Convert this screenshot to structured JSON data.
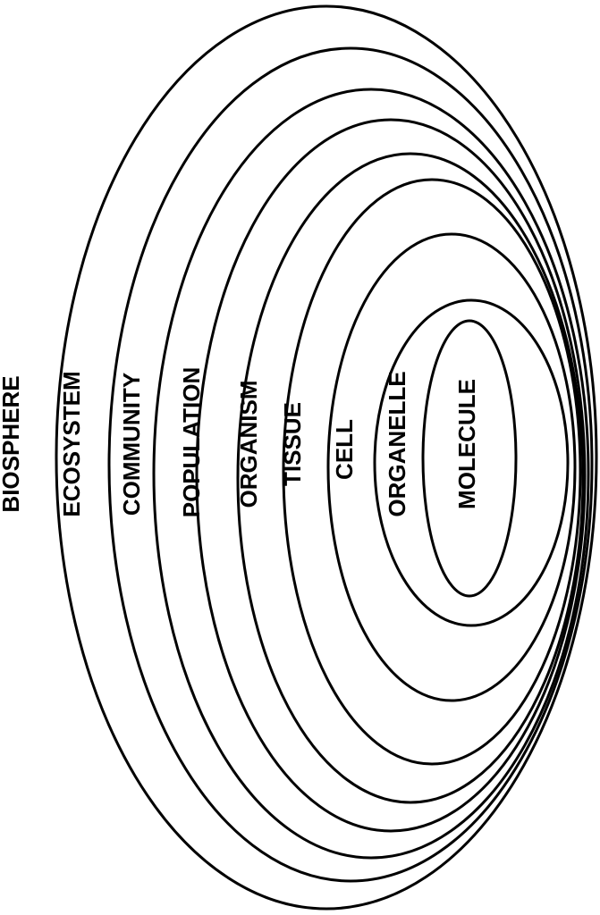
{
  "diagram": {
    "levels": [
      "BIOSPHERE",
      "ECOSYSTEM",
      "COMMUNITY",
      "POPULATION",
      "ORGANISM",
      "TISSUE",
      "CELL",
      "ORGANELLE",
      "MOLECULE"
    ],
    "line_color": "#000000",
    "background_color": "#ffffff"
  }
}
